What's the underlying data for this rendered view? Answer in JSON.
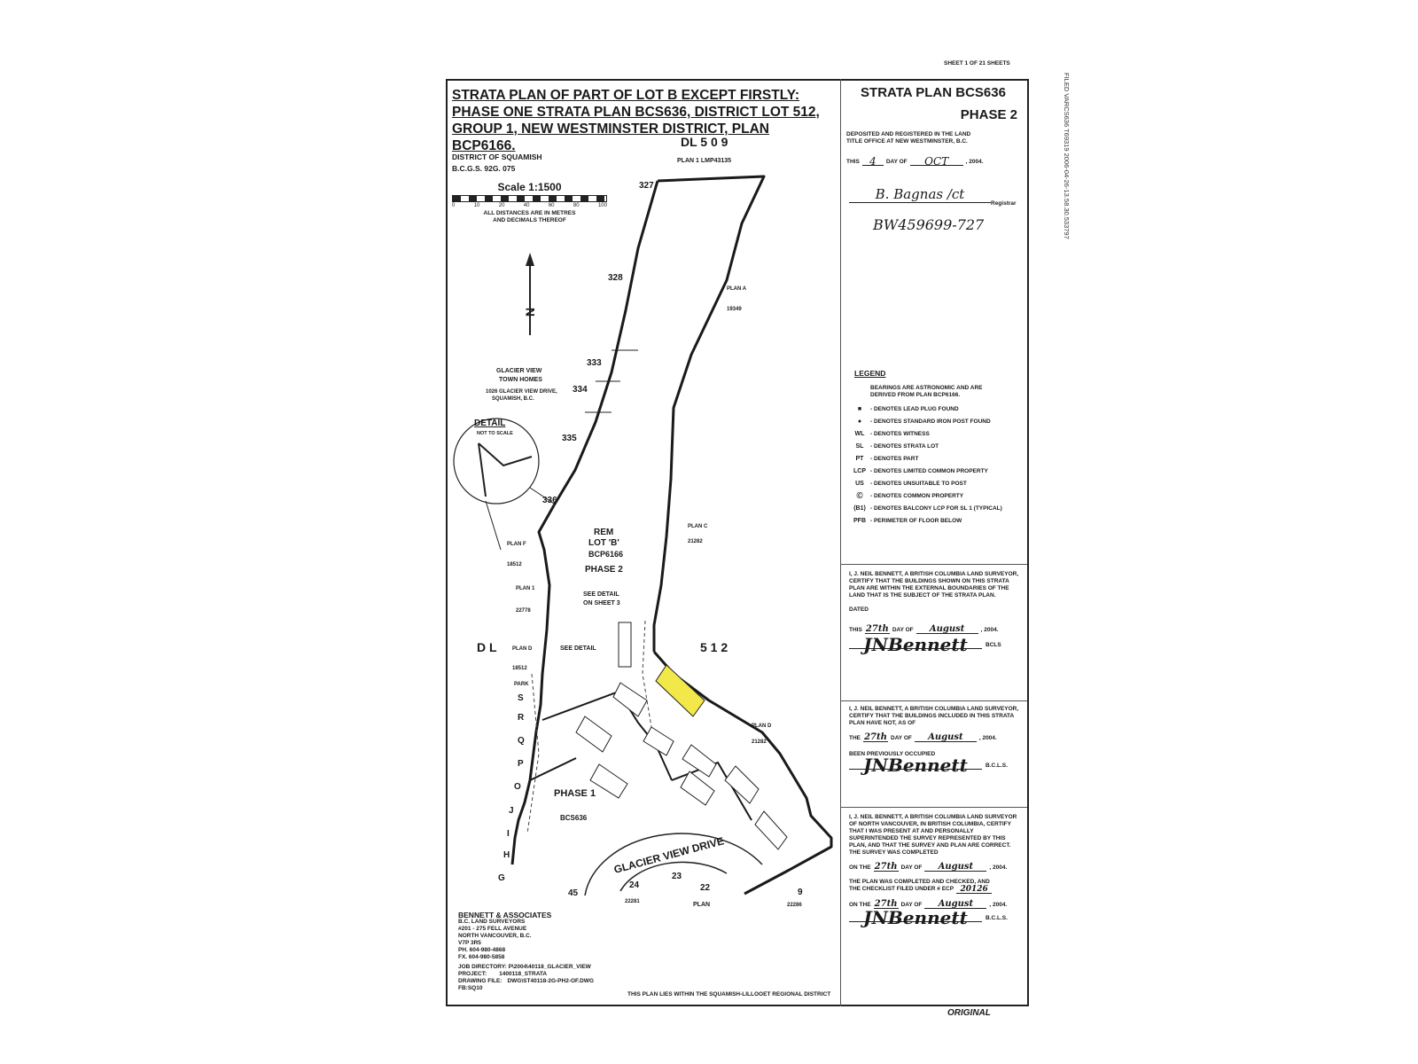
{
  "sheet_label": "SHEET 1 OF 21 SHEETS",
  "side_stamp": "FILED   VARCS636   T69319   2006-04-26-13.58.30.533797",
  "title": {
    "line1": "STRATA PLAN OF PART OF  LOT B EXCEPT FIRSTLY:",
    "line2": "PHASE ONE STRATA PLAN BCS636, DISTRICT LOT 512,",
    "line3": "GROUP 1, NEW WESTMINSTER  DISTRICT, PLAN",
    "line4": "BCP6166."
  },
  "district": {
    "name": "DISTRICT OF SQUAMISH",
    "bcgs": "B.C.G.S. 92G. 075"
  },
  "scale": {
    "label": "Scale  1:1500",
    "ticks": [
      "0",
      "10",
      "20",
      "40",
      "60",
      "80",
      "100"
    ],
    "note1": "ALL DISTANCES ARE IN METRES",
    "note2": "AND DECIMALS THEREOF"
  },
  "plan_header": {
    "title": "STRATA PLAN BCS636",
    "phase": "PHASE 2",
    "deposit1": "DEPOSITED AND REGISTERED IN THE LAND",
    "deposit2": "TITLE OFFICE AT NEW WESTMINSTER, B.C.",
    "this_label": "THIS",
    "day_value": "4",
    "day_of_label": "DAY OF",
    "month_value": "OCT",
    "year_label": ", 2004.",
    "registrar_signature": "B. Bagnas /ct",
    "registrar_label": "Registrar",
    "registration_no": "BW459699-727"
  },
  "legend": {
    "heading": "LEGEND",
    "intro1": "BEARINGS ARE ASTRONOMIC AND ARE",
    "intro2": "DERIVED FROM PLAN BCP6166.",
    "items": [
      {
        "symbol": "■",
        "text": "- DENOTES LEAD PLUG FOUND"
      },
      {
        "symbol": "●",
        "text": "- DENOTES STANDARD IRON POST FOUND"
      },
      {
        "symbol": "WL",
        "text": "- DENOTES WITNESS"
      },
      {
        "symbol": "SL",
        "text": "- DENOTES STRATA LOT"
      },
      {
        "symbol": "PT",
        "text": "- DENOTES PART"
      },
      {
        "symbol": "LCP",
        "text": "- DENOTES LIMITED COMMON PROPERTY"
      },
      {
        "symbol": "US",
        "text": "- DENOTES UNSUITABLE TO POST"
      },
      {
        "symbol": "Ⓒ",
        "text": "- DENOTES COMMON PROPERTY"
      },
      {
        "symbol": "(B1)",
        "text": "- DENOTES BALCONY LCP FOR SL 1 (TYPICAL)"
      },
      {
        "symbol": "PFB",
        "text": "- PERIMETER OF FLOOR BELOW"
      }
    ]
  },
  "certifications": [
    {
      "text": "I, J. NEIL BENNETT, A BRITISH COLUMBIA LAND SURVEYOR, CERTIFY THAT THE BUILDINGS SHOWN ON THIS STRATA PLAN ARE WITHIN THE EXTERNAL BOUNDARIES OF THE LAND THAT IS THE SUBJECT OF THE STRATA PLAN.",
      "dated": "DATED",
      "this_label": "THIS",
      "day": "27th",
      "day_of": "DAY OF",
      "month": "August",
      "year": ", 2004.",
      "signature": "JNBennett",
      "role": "BCLS"
    },
    {
      "text": "I, J. NEIL BENNETT, A BRITISH COLUMBIA LAND SURVEYOR, CERTIFY THAT THE BUILDINGS INCLUDED IN THIS STRATA PLAN HAVE NOT, AS OF",
      "this_label": "THE",
      "day": "27th",
      "day_of": "DAY OF",
      "month": "August",
      "year": ", 2004.",
      "extra": "BEEN PREVIOUSLY OCCUPIED",
      "signature": "JNBennett",
      "role": "B.C.L.S."
    },
    {
      "text": "I, J. NEIL BENNETT, A BRITISH COLUMBIA LAND SURVEYOR OF NORTH VANCOUVER, IN BRITISH COLUMBIA, CERTIFY THAT I WAS PRESENT AT AND PERSONALLY SUPERINTENDED THE SURVEY REPRESENTED BY THIS PLAN, AND THAT THE SURVEY AND PLAN ARE CORRECT. THE SURVEY WAS COMPLETED",
      "this_label": "ON THE",
      "day": "27th",
      "day_of": "DAY OF",
      "month": "August",
      "year": ", 2004.",
      "checked1": "THE PLAN WAS COMPLETED AND CHECKED, AND",
      "checked2": "THE CHECKLIST FILED UNDER # ECP",
      "checklist_no": "20126",
      "this_label2": "ON THE",
      "day2": "27th",
      "month2": "August",
      "signature": "JNBennett",
      "role": "B.C.L.S."
    }
  ],
  "surveyor": {
    "firm": "BENNETT & ASSOCIATES",
    "line1": "B.C. LAND SURVEYORS",
    "line2": "#201 - 275 FELL AVENUE",
    "line3": "NORTH VANCOUVER, B.C.",
    "line4": "V7P 3R5",
    "phone": "PH. 604-980-4868",
    "fax": "FX. 604-980-5858",
    "job_dir": "JOB DIRECTORY: P\\2004\\40118_GLACIER_VIEW",
    "project_label": "PROJECT:",
    "project": "1400118_STRATA",
    "drawing_label": "DRAWING FILE:",
    "drawing": "DWG\\ST40118-2G-PH2-OF.DWG",
    "fb": "FB:SQ10"
  },
  "footer_note": "THIS PLAN LIES WITHIN THE SQUAMISH-LILLOOET REGIONAL DISTRICT",
  "original_stamp": "ORIGINAL",
  "map": {
    "dl509": "DL 5 0 9",
    "plan_top": "PLAN 1 LMP43135",
    "dl512": "5 1 2",
    "dl_left": "D L",
    "rem_lot": "REM",
    "rem_lot2": "LOT 'B'",
    "rem_plan": "BCP6166",
    "phase2": "PHASE 2",
    "see_detail": "SEE DETAIL",
    "on_sheet": "ON SHEET 3",
    "phase1": "PHASE 1",
    "phase1_plan": "BCS636",
    "road": "GLACIER VIEW DRIVE",
    "complex1": "GLACIER VIEW",
    "complex2": "TOWN HOMES",
    "address1": "1026 GLACIER VIEW DRIVE,",
    "address2": "SQUAMISH, B.C.",
    "detail": "DETAIL",
    "detail_note": "NOT TO SCALE",
    "lot_numbers": [
      "327",
      "328",
      "333",
      "334",
      "335",
      "336",
      "45",
      "24",
      "23",
      "22",
      "9"
    ],
    "plan_a": "PLAN A",
    "plan_a_no": "19349",
    "plan_c": "PLAN C",
    "plan_c_no": "21282",
    "plan_d": "PLAN D",
    "plan_d_no": "21282",
    "plan_f": "PLAN F",
    "plan_f_no": "18512",
    "plan_1": "PLAN 1",
    "plan_1_no": "22778",
    "plan_d2": "PLAN D",
    "plan_d2_no": "18512",
    "plan_bottom": "PLAN",
    "plan_bottom_no": "22281",
    "plan_bottom2_no": "22286",
    "see_detail2": "SEE DETAIL",
    "park": "PARK",
    "letters": [
      "S",
      "R",
      "Q",
      "P",
      "O",
      "J",
      "I",
      "H",
      "G"
    ]
  },
  "colors": {
    "highlight": "#f2e84a"
  }
}
